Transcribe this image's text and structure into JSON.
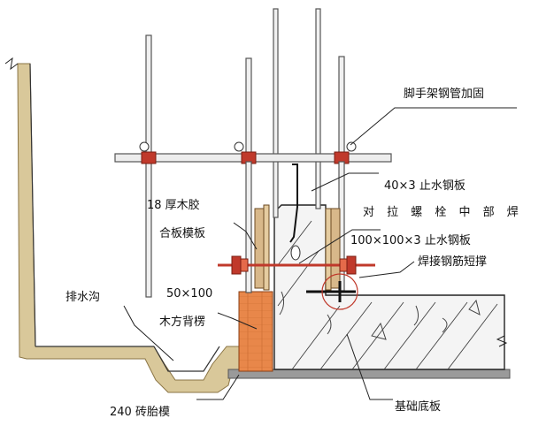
{
  "labels": {
    "scaffold_reinforce": "脚手架钢管加固",
    "water_stop_40": "40×3 止水钢板",
    "plywood_a": "18 厚木胶",
    "plywood_b": "合板模板",
    "tie_bolt_weld": "对 拉 螺 栓 中 部 焊",
    "water_stop_100": "100×100×3 止水钢板",
    "weld_rebar_brace": "焊接钢筋短撑",
    "drain_ditch": "排水沟",
    "timber_size": "50×100",
    "timber_back": "木方背楞",
    "brick_mold": "240 砖胎模",
    "base_slab": "基础底板"
  },
  "colors": {
    "soil": "#d9c89a",
    "brick": "#e8874a",
    "timber": "#d8b88a",
    "clamp": "#c0392b",
    "concrete": "#f4f4f4"
  }
}
